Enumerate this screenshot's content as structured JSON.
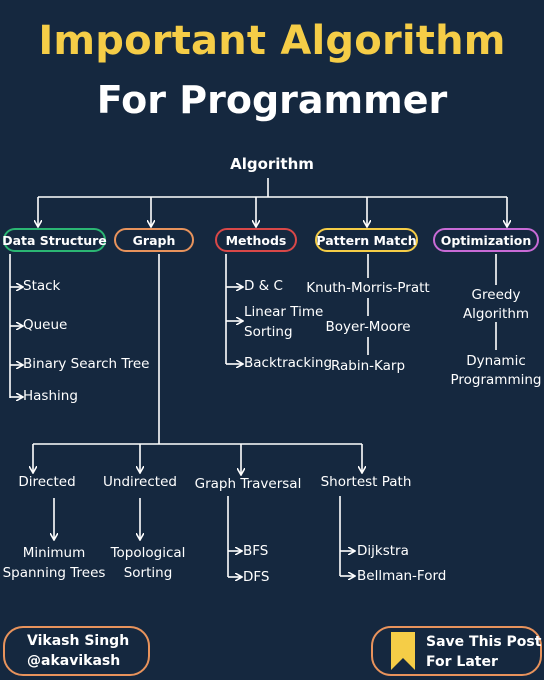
{
  "title_line1": "Important Algorithm",
  "title_line2": "For Programmer",
  "root": "Algorithm",
  "categories": {
    "data_structure": "Data Structure",
    "graph": "Graph",
    "methods": "Methods",
    "pattern_match": "Pattern Match",
    "optimization": "Optimization"
  },
  "data_structure_items": [
    "Stack",
    "Queue",
    "Binary Search Tree",
    "Hashing"
  ],
  "methods_items": [
    "D & C",
    "Linear Time",
    "Sorting",
    "Backtracking"
  ],
  "pattern_items": [
    "Knuth-Morris-Pratt",
    "Boyer-Moore",
    "Rabin-Karp"
  ],
  "optimization_items": [
    "Greedy",
    "Algorithm",
    "Dynamic",
    "Programming"
  ],
  "graph_children": [
    "Directed",
    "Undirected",
    "Graph Traversal",
    "Shortest Path"
  ],
  "directed_child": [
    "Minimum",
    "Spanning Trees"
  ],
  "undirected_child": [
    "Topological",
    "Sorting"
  ],
  "traversal_items": [
    "BFS",
    "DFS"
  ],
  "shortest_items": [
    "Dijkstra",
    "Bellman-Ford"
  ],
  "author": {
    "name": "Vikash Singh",
    "handle": "@akavikash"
  },
  "save": {
    "line1": "Save This Post",
    "line2": "For Later"
  },
  "colors": {
    "background": "#15283f",
    "title_yellow": "#f5cd47",
    "green": "#2bb673",
    "orange": "#e8935c",
    "red": "#d94848",
    "yellow": "#f5cd47",
    "pink": "#c86bd6"
  }
}
